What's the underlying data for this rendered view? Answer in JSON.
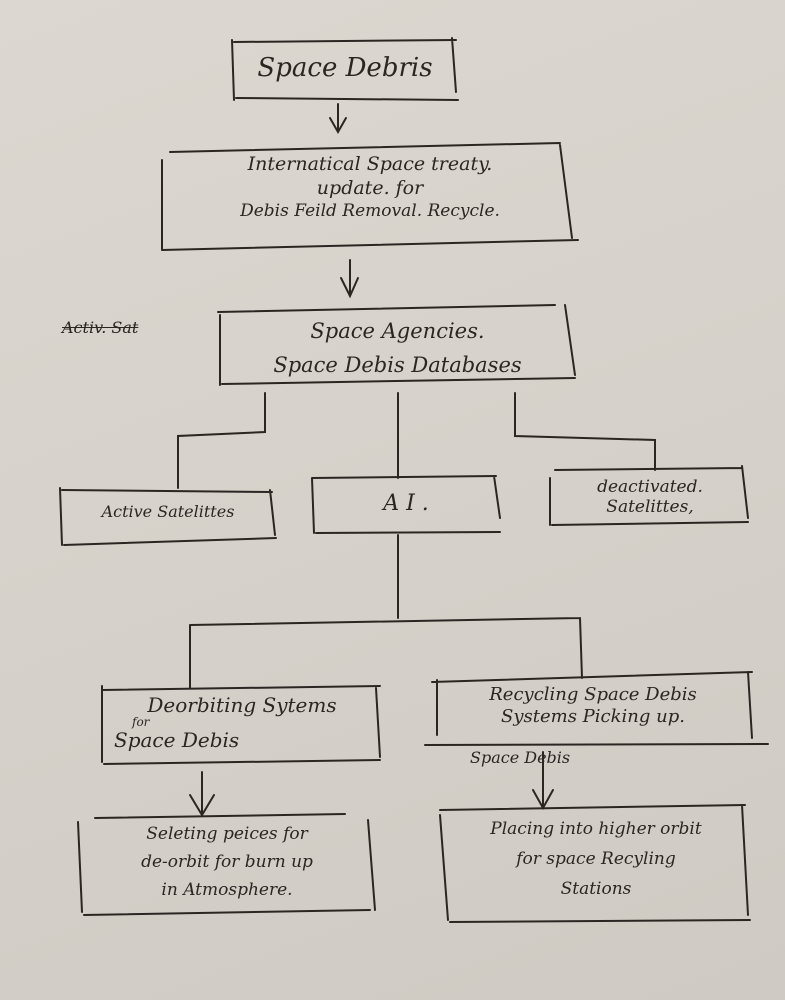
{
  "nodes": {
    "root": {
      "label": "Space Debris"
    },
    "treaty": {
      "lines": [
        "Internatical Space treaty.",
        "update. for",
        "Debis Feild Removal. Recycle."
      ]
    },
    "agencies": {
      "lines": [
        "Space Agencies.",
        "Space Debis Databases"
      ],
      "crossed_out": "Activ. Sat"
    },
    "active_satellites": {
      "label": "Active Satelittes"
    },
    "ai": {
      "label": "A I ."
    },
    "deactivated_satellites": {
      "lines": [
        "deactivated.",
        "Satelittes,"
      ]
    },
    "deorbiting": {
      "lines": [
        "Deorbiting Sytems",
        "Space Debis"
      ],
      "small_note": "for"
    },
    "recycling": {
      "lines": [
        "Recycling Space Debis",
        "Systems Picking up."
      ],
      "below_note": "Space Debis"
    },
    "selecting": {
      "lines": [
        "Seleting peices for",
        "de-orbit for burn up",
        "in Atmosphere."
      ]
    },
    "placing": {
      "lines": [
        "Placing into higher orbit",
        "for space Recyling",
        "Stations"
      ]
    }
  }
}
